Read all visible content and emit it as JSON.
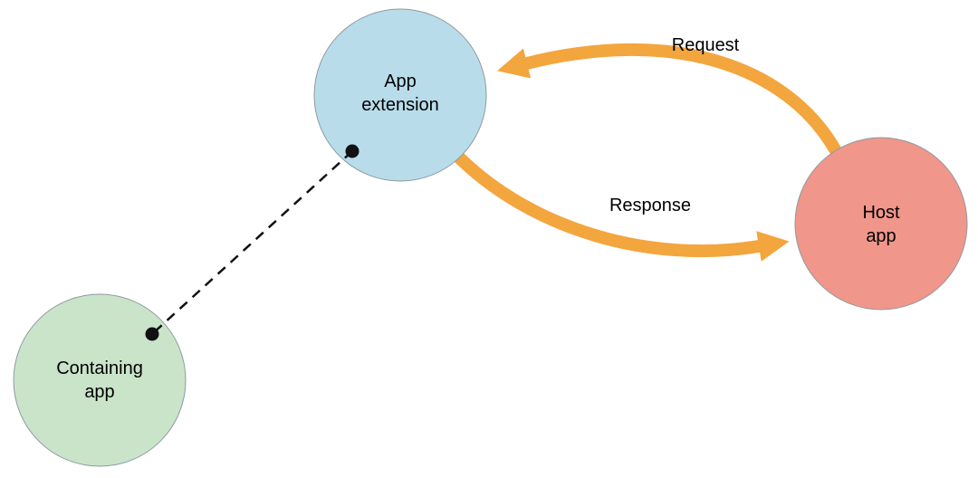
{
  "diagram": {
    "nodes": {
      "app_extension": {
        "lines": [
          "App",
          "extension"
        ],
        "fill": "#b8dcea"
      },
      "containing_app": {
        "lines": [
          "Containing",
          "app"
        ],
        "fill": "#cae4ca"
      },
      "host_app": {
        "lines": [
          "Host",
          "app"
        ],
        "fill": "#f0968b"
      }
    },
    "arrows": {
      "request": {
        "label": "Request",
        "color": "#f3a53e"
      },
      "response": {
        "label": "Response",
        "color": "#f3a53e"
      }
    },
    "connector": {
      "color": "#111111"
    },
    "node_border_color": "#8f9aa0",
    "background": "#ffffff"
  }
}
